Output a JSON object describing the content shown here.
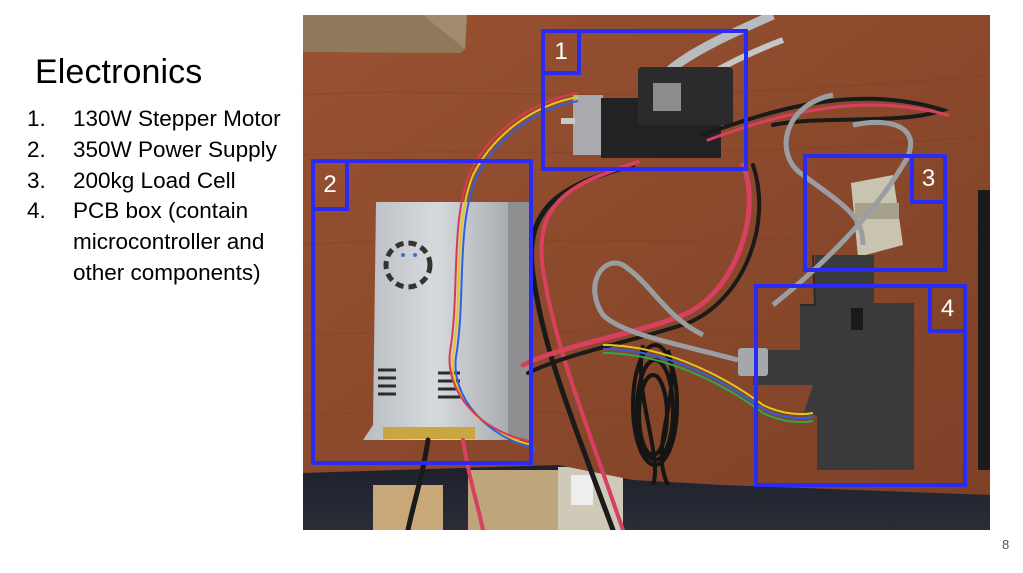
{
  "slide": {
    "title": "Electronics",
    "page_number": "8",
    "items": [
      {
        "number": "1.",
        "text": "130W Stepper Motor"
      },
      {
        "number": "2.",
        "text": "350W Power Supply"
      },
      {
        "number": "3.",
        "text": "200kg Load Cell"
      },
      {
        "number": "4.",
        "text": "PCB box (contain microcontroller and other components)"
      }
    ]
  },
  "photo": {
    "description": "Overhead photo of electronics laid out on a wooden desk with blue numbered annotation boxes",
    "annotation_color": "#2b2bf7",
    "annotations": [
      {
        "label": "1",
        "component": "130W Stepper Motor"
      },
      {
        "label": "2",
        "component": "350W Power Supply"
      },
      {
        "label": "3",
        "component": "200kg Load Cell"
      },
      {
        "label": "4",
        "component": "PCB box"
      }
    ]
  }
}
